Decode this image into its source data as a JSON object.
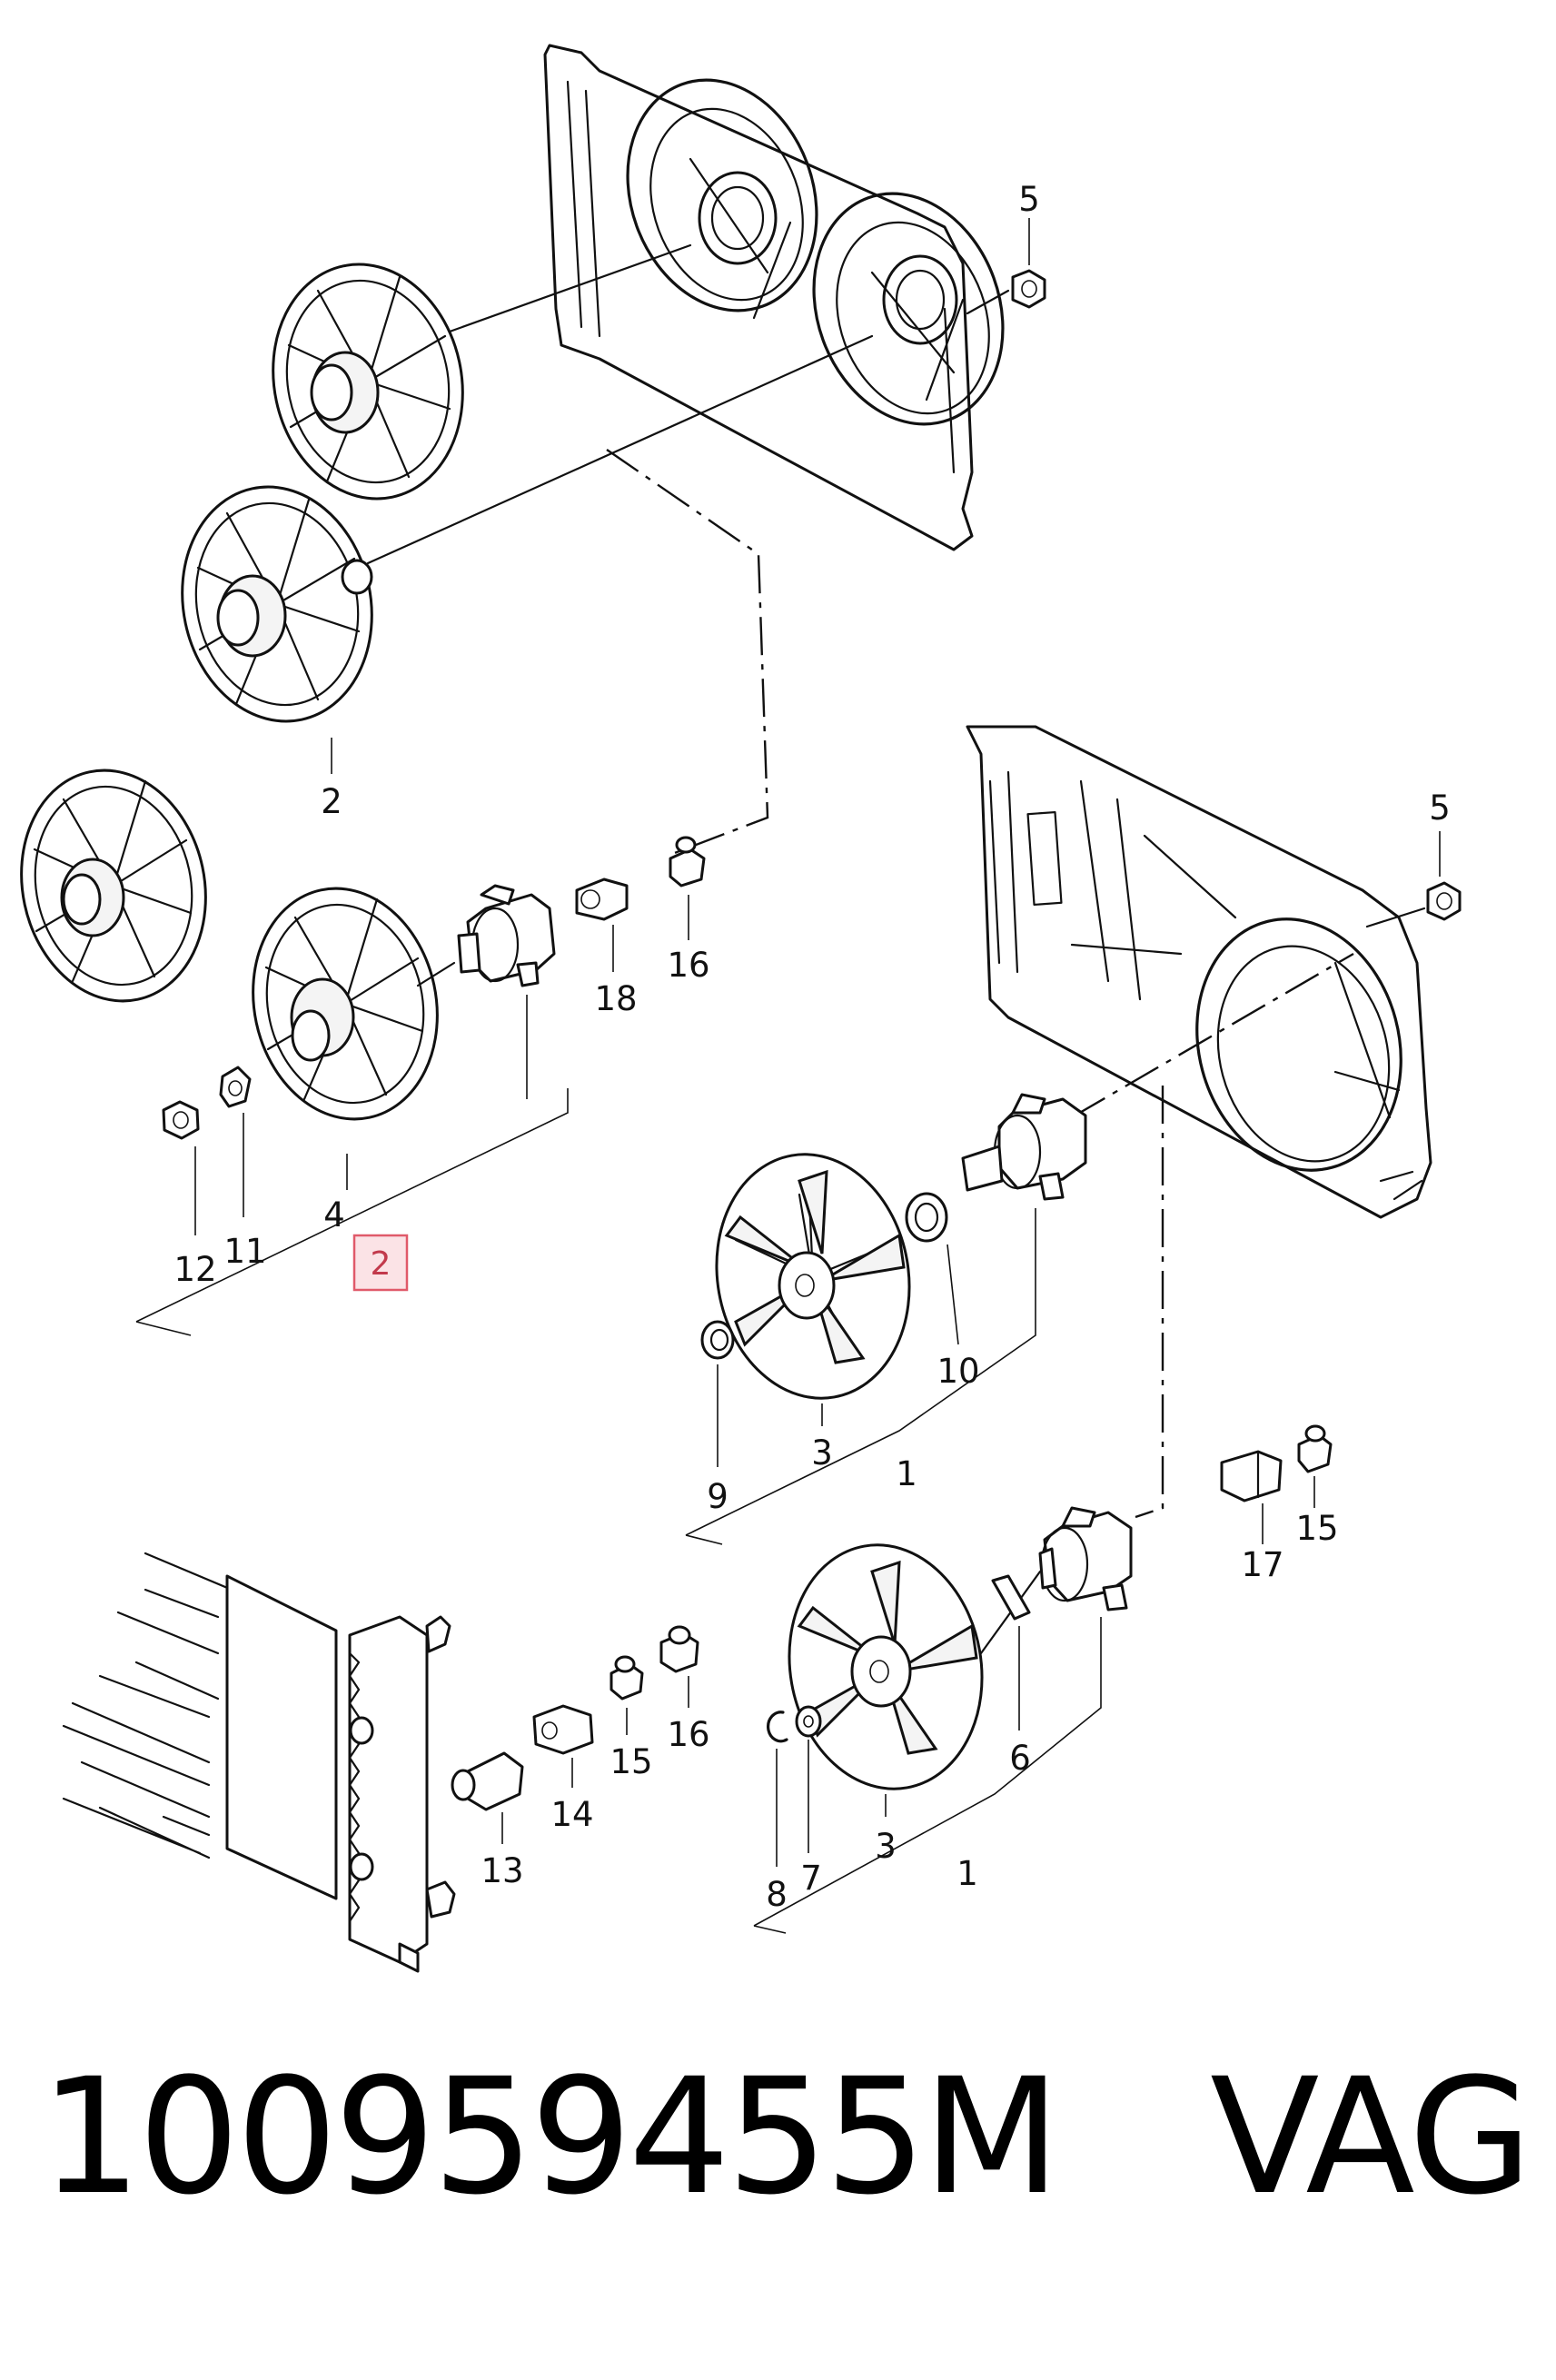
{
  "callouts": {
    "c5_top": "5",
    "c2_upper": "2",
    "c5_right": "5",
    "c18": "18",
    "c16_mid": "16",
    "c4": "4",
    "c12": "12",
    "c11": "11",
    "c10": "10",
    "c9": "9",
    "c3_mid": "3",
    "c1_mid": "1",
    "c17": "17",
    "c15_right": "15",
    "c15_low": "15",
    "c16_low": "16",
    "c13": "13",
    "c14": "14",
    "c6": "6",
    "c3_low": "3",
    "c8": "8",
    "c7": "7",
    "c1_low": "1"
  },
  "highlight": {
    "label": "2",
    "color": "#e05a6a",
    "fill": "#fbe3e6"
  },
  "footer": {
    "part_number": "100959455M",
    "brand": "VAG"
  }
}
